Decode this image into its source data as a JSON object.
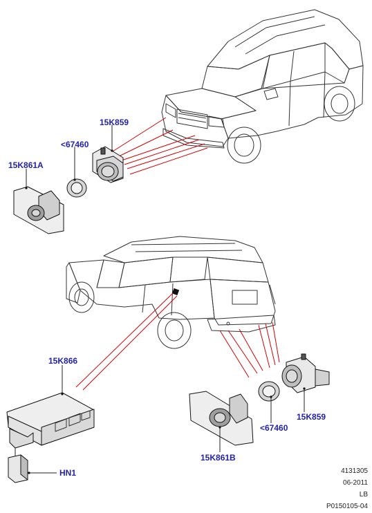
{
  "callouts": {
    "front_sensor_top": "15K859",
    "front_grommet_top": "<67460",
    "front_bracket_top": "15K861A",
    "control_module": "15K866",
    "harness": "HN1",
    "rear_grommet": "<67460",
    "rear_sensor": "15K859",
    "rear_bracket": "15K861B"
  },
  "meta": {
    "number": "4131305",
    "date": "06-2011",
    "code": "LB",
    "reference": "P0150105-04"
  },
  "colors": {
    "callout_text": "#1f1fb0",
    "leader_red": "#d40000",
    "outline": "#333333",
    "part_fill": "#e9e9e9",
    "part_shade": "#bdbdbd"
  }
}
